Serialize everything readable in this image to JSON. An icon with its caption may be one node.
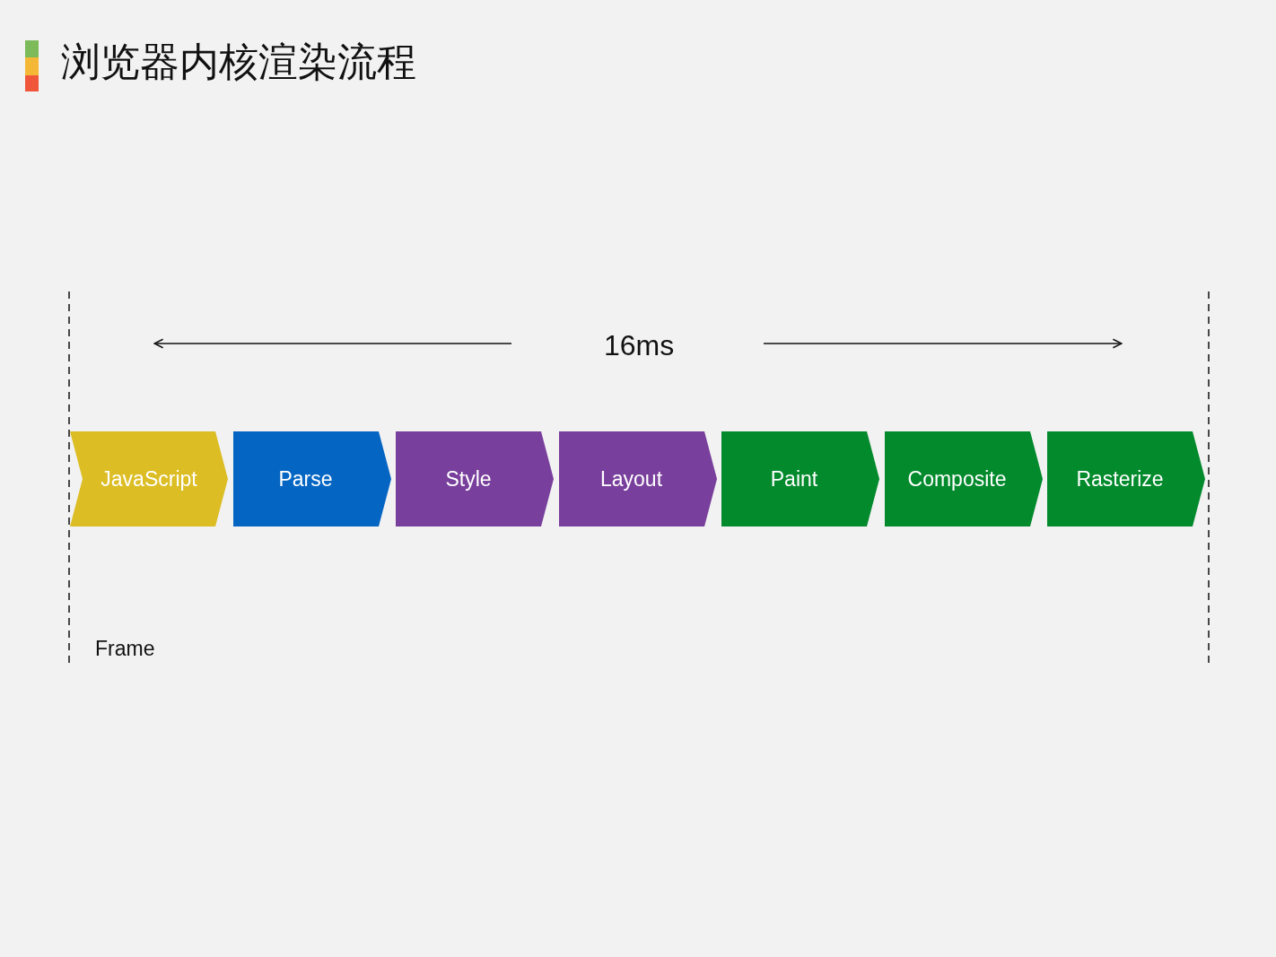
{
  "diagram": {
    "title": "浏览器内核渲染流程",
    "nodes": [
      {
        "text": [
          "JavaScript"
        ]
      },
      {
        "text": [
          "Parse"
        ]
      },
      {
        "text": [
          "Style"
        ]
      },
      {
        "text": [
          "Layout"
        ]
      },
      {
        "text": [
          "Paint"
        ]
      },
      {
        "text": [
          "Composite"
        ]
      },
      {
        "text": [
          "Rasterize"
        ]
      }
    ],
    "edges": [],
    "labels": [
      "16ms",
      "Frame"
    ]
  }
}
